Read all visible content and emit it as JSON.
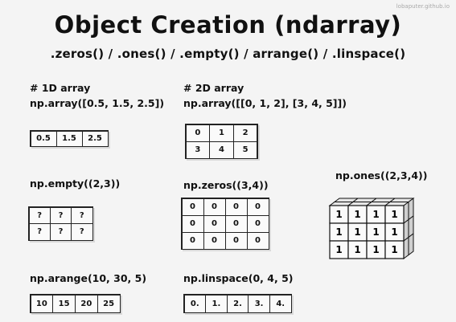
{
  "credit": "lobaputer.github.io",
  "title": "Object Creation (ndarray)",
  "subtitle": ".zeros() / .ones() / .empty() / arrange() / .linspace()",
  "examples": {
    "array1d": {
      "comment": "# 1D array",
      "code": "np.array([0.5, 1.5, 2.5])",
      "cells": [
        "0.5",
        "1.5",
        "2.5"
      ]
    },
    "array2d": {
      "comment": "# 2D array",
      "code": "np.array([[0, 1, 2], [3, 4, 5]])",
      "rows": [
        [
          "0",
          "1",
          "2"
        ],
        [
          "3",
          "4",
          "5"
        ]
      ]
    },
    "empty": {
      "code": "np.empty((2,3))",
      "rows": [
        [
          "?",
          "?",
          "?"
        ],
        [
          "?",
          "?",
          "?"
        ]
      ]
    },
    "zeros": {
      "code": "np.zeros((3,4))",
      "rows": [
        [
          "0",
          "0",
          "0",
          "0"
        ],
        [
          "0",
          "0",
          "0",
          "0"
        ],
        [
          "0",
          "0",
          "0",
          "0"
        ]
      ]
    },
    "ones": {
      "code": "np.ones((2,3,4))",
      "front_rows": [
        [
          "1",
          "1",
          "1",
          "1"
        ],
        [
          "1",
          "1",
          "1",
          "1"
        ],
        [
          "1",
          "1",
          "1",
          "1"
        ]
      ]
    },
    "arange": {
      "code": "np.arange(10, 30, 5)",
      "cells": [
        "10",
        "15",
        "20",
        "25"
      ]
    },
    "linspace": {
      "code": "np.linspace(0, 4, 5)",
      "cells": [
        "0.",
        "1.",
        "2.",
        "3.",
        "4."
      ]
    }
  }
}
